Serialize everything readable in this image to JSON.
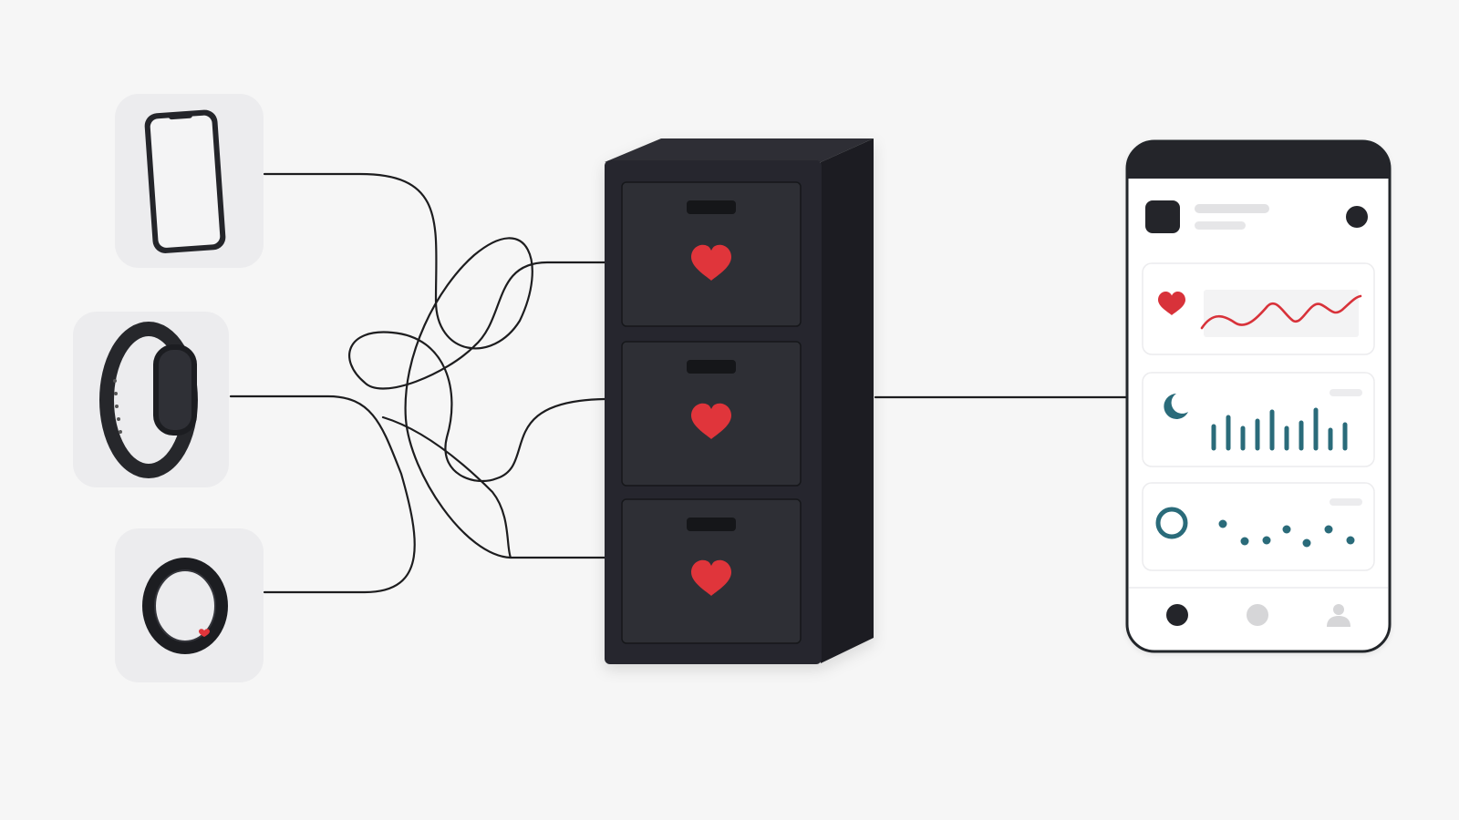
{
  "colors": {
    "background": "#f6f6f6",
    "tile": "#ececee",
    "device_dark": "#24252a",
    "cabinet_front": "#26272d",
    "cabinet_side": "#1c1d22",
    "drawer": "#2e2f35",
    "wire": "#1d1d1f",
    "heart_red": "#e0353b",
    "teal": "#2a6b7a",
    "placeholder_gray": "#e2e2e4",
    "card_border": "#ececee"
  },
  "sources": [
    {
      "name": "smartphone",
      "icon": "smartphone-icon"
    },
    {
      "name": "fitness-band",
      "icon": "fitness-band-icon"
    },
    {
      "name": "smart-ring",
      "icon": "smart-ring-icon"
    }
  ],
  "cabinet": {
    "icon": "filing-cabinet-icon",
    "drawers": [
      {
        "icon": "heart-icon"
      },
      {
        "icon": "heart-icon"
      },
      {
        "icon": "heart-icon"
      }
    ]
  },
  "app": {
    "header_icons": [
      "app-logo-icon",
      "profile-dot-icon"
    ],
    "cards": [
      {
        "name": "heart-rate-card",
        "icon": "heart-icon",
        "visual": "line-wave",
        "color": "#d8323a"
      },
      {
        "name": "sleep-card",
        "icon": "moon-icon",
        "visual": "bars",
        "color": "#2a6b7a"
      },
      {
        "name": "activity-card",
        "icon": "ring-icon",
        "visual": "dots",
        "color": "#2a6b7a"
      }
    ],
    "nav": [
      "home-tab-icon",
      "stats-tab-icon",
      "profile-tab-icon"
    ]
  }
}
